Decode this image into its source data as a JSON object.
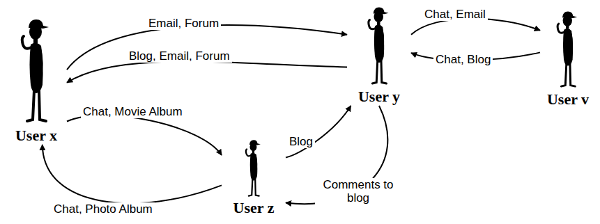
{
  "diagram": {
    "nodes": [
      {
        "text": [
          "User x"
        ]
      },
      {
        "text": [
          "User y"
        ]
      },
      {
        "text": [
          "User v"
        ]
      },
      {
        "text": [
          "User z"
        ]
      }
    ],
    "edges": [
      {
        "from": 0,
        "to": 1,
        "arrow": "to",
        "label": "Email, Forum"
      },
      {
        "from": 1,
        "to": 0,
        "arrow": "to",
        "label": "Blog, Email, Forum"
      },
      {
        "from": 1,
        "to": 2,
        "arrow": "to",
        "label": "Chat, Email"
      },
      {
        "from": 2,
        "to": 1,
        "arrow": "to",
        "label": "Chat, Blog"
      },
      {
        "from": 0,
        "to": 3,
        "arrow": "to",
        "label": "Chat, Movie Album"
      },
      {
        "from": 3,
        "to": 0,
        "arrow": "to",
        "label": "Chat, Photo Album"
      },
      {
        "from": 3,
        "to": 1,
        "arrow": "to",
        "label": "Blog"
      },
      {
        "from": 1,
        "to": 3,
        "arrow": "to",
        "label": "Comments to blog"
      }
    ]
  }
}
